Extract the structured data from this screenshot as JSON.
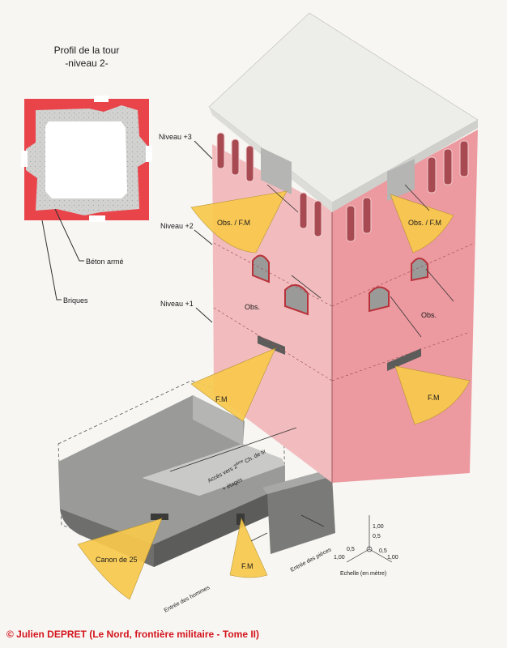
{
  "plan": {
    "title_line1": "Profil de la tour",
    "title_line2": "-niveau 2-",
    "label_concrete": "Béton armé",
    "label_bricks": "Briques"
  },
  "levels": {
    "level3": "Niveau +3",
    "level2": "Niveau +2",
    "level1": "Niveau +1"
  },
  "firing": {
    "obs_fm_left": "Obs. / F.M",
    "obs_fm_right": "Obs. / F.M",
    "obs_left": "Obs.",
    "obs_right": "Obs.",
    "fm_right": "F.M",
    "fm_bunker": "F.M",
    "fm_entry": "F.M",
    "cannon": "Canon de 25"
  },
  "access": {
    "line1_pre": "Accès vers 2",
    "line1_sup": "ème",
    "line1_post": " Ch. de tir",
    "line2": "+ étages",
    "men_entry": "Entrée des hommes",
    "piece_entry": "Entrée des pièces"
  },
  "scale": {
    "v1": "1,00",
    "v05": "0,5",
    "l05": "0,5",
    "r05": "0,5",
    "l1": "1,00",
    "r1": "1,00",
    "caption": "Echelle (en mètre)"
  },
  "copyright": "© Julien DEPRET (Le Nord, frontière militaire - Tome II)",
  "colors": {
    "brick": "#e8444a",
    "concrete": "#cfcfcf",
    "tower_left": "#f2bcbe",
    "tower_right": "#ec9aa0",
    "roof": "#ededea",
    "bunker": "#6e6e6c",
    "fire_zone": "#f9c94c"
  }
}
